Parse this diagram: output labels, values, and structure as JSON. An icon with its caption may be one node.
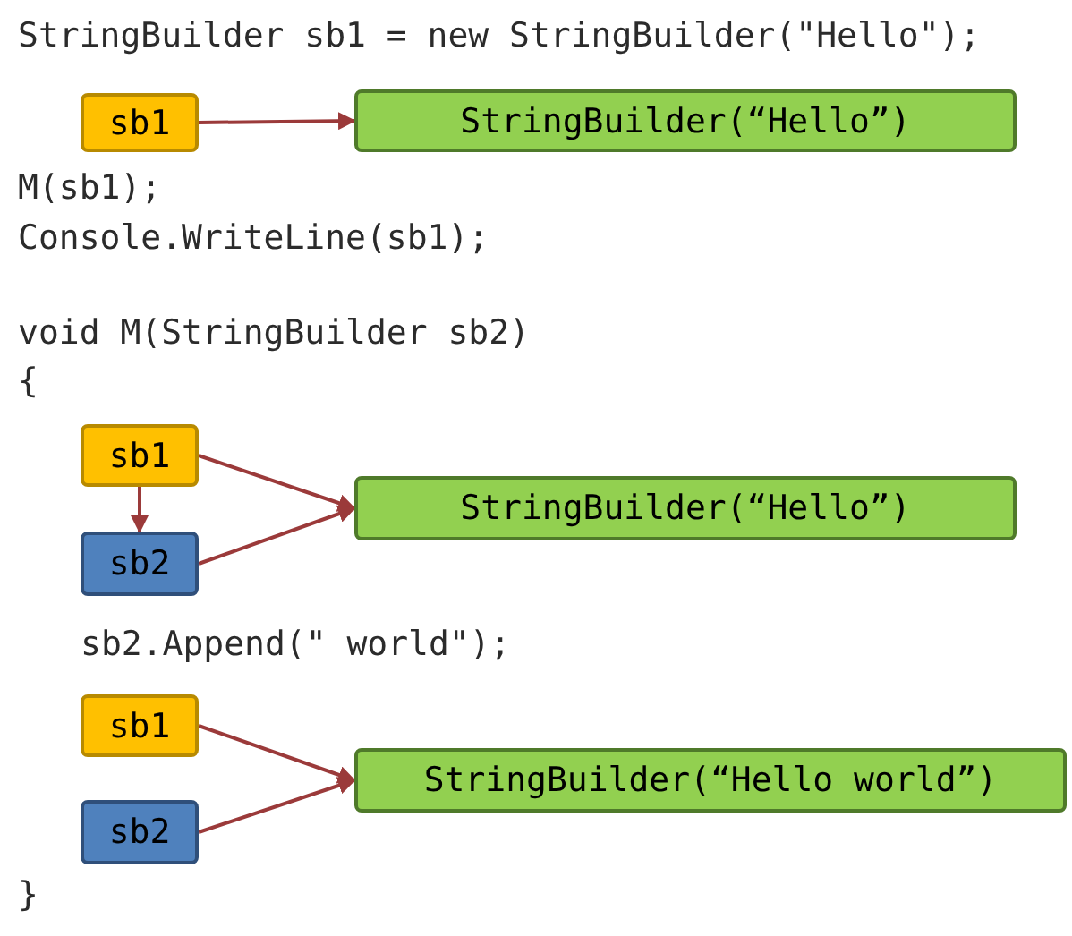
{
  "diagram": {
    "nodes": [
      {
        "text": [
          "sb1"
        ]
      },
      {
        "text": [
          "StringBuilder(“Hello”)"
        ]
      },
      {
        "text": [
          "sb1"
        ]
      },
      {
        "text": [
          "sb2"
        ]
      },
      {
        "text": [
          "StringBuilder(“Hello”)"
        ]
      },
      {
        "text": [
          "sb1"
        ]
      },
      {
        "text": [
          "sb2"
        ]
      },
      {
        "text": [
          "StringBuilder(“Hello world”)"
        ]
      }
    ],
    "edges": [
      {
        "from": 0,
        "to": 1,
        "arrow": "to"
      },
      {
        "from": 2,
        "to": 4,
        "arrow": "to"
      },
      {
        "from": 2,
        "to": 3,
        "arrow": "to"
      },
      {
        "from": 3,
        "to": 4,
        "arrow": "to"
      },
      {
        "from": 5,
        "to": 7,
        "arrow": "to"
      },
      {
        "from": 6,
        "to": 7,
        "arrow": "to"
      }
    ],
    "labels": [
      "StringBuilder sb1 = new StringBuilder(\"Hello\");",
      "M(sb1);",
      "Console.WriteLine(sb1);",
      "void M(StringBuilder sb2)",
      "{",
      "sb2.Append(\" world\");",
      "}"
    ]
  }
}
